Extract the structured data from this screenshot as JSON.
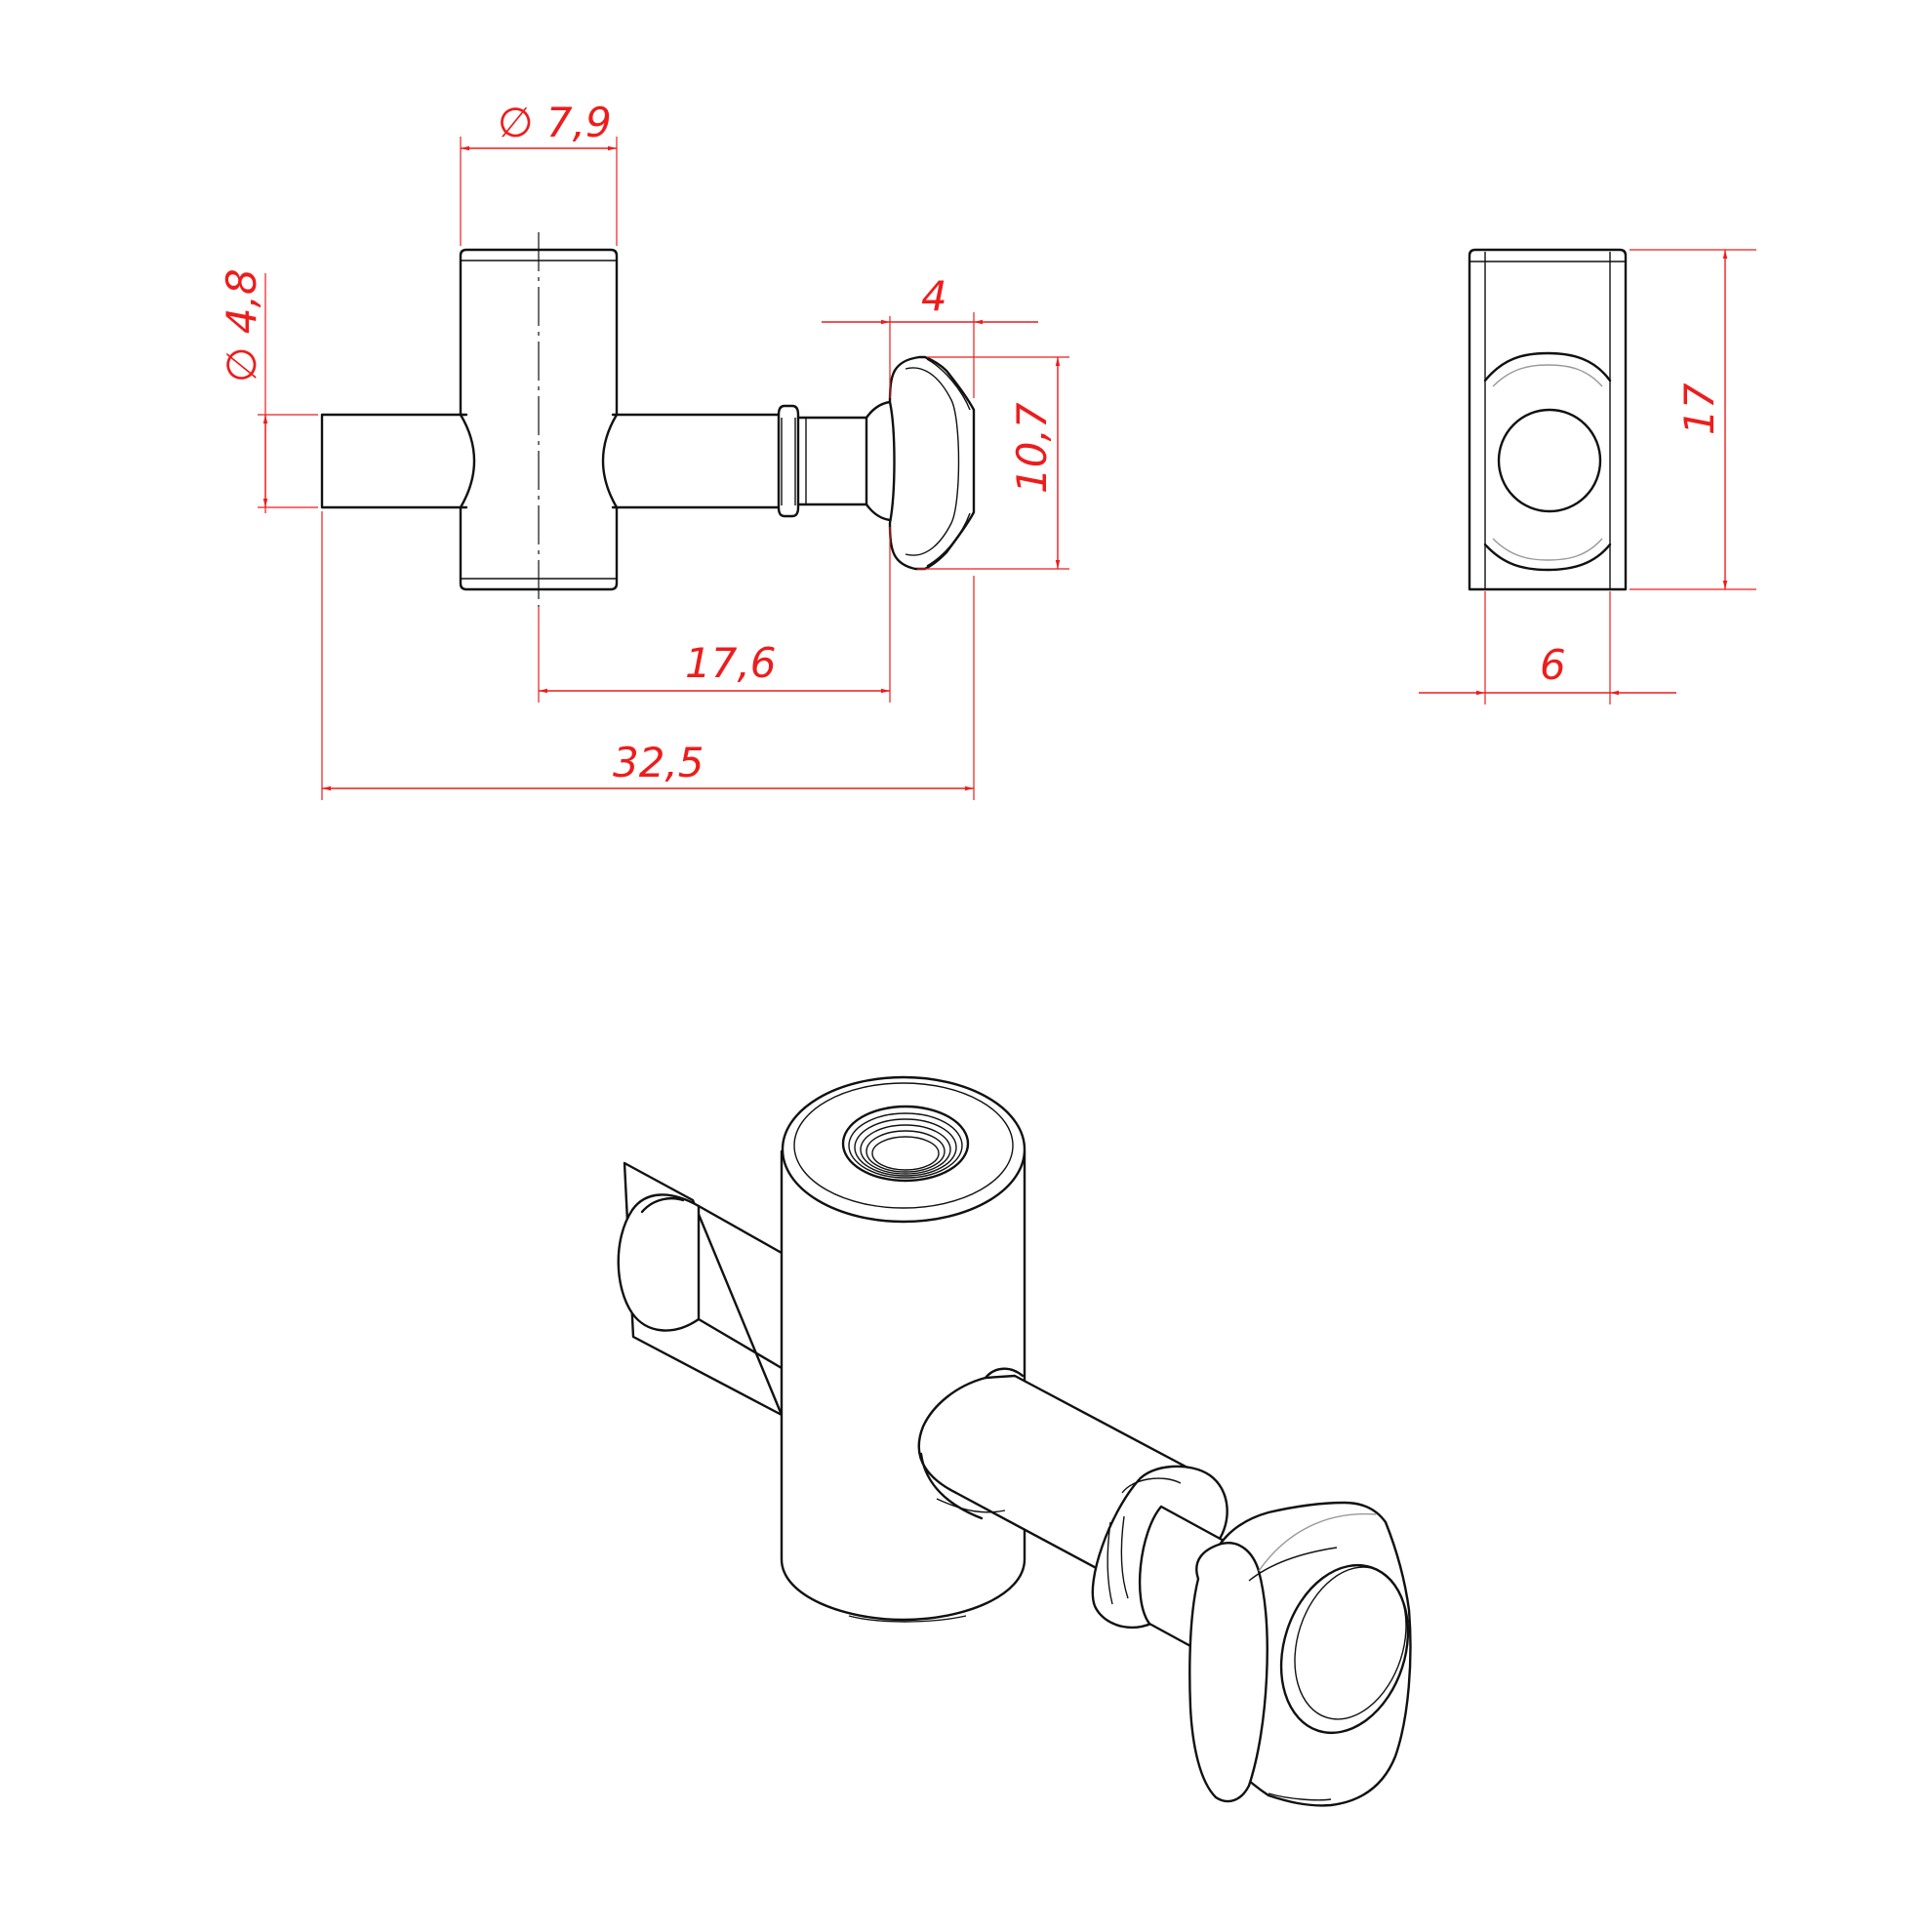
{
  "colors": {
    "part_outline": "#111111",
    "dimension": "#ee1c1c",
    "background": "#ffffff"
  },
  "dimensions": {
    "bolt_diameter": "∅ 4,8",
    "body_diameter": "∅ 7,9",
    "head_thickness": "4",
    "head_height": "10,7",
    "axis_to_head": "17,6",
    "overall_length": "32,5",
    "side_height": "17",
    "side_width": "6"
  }
}
